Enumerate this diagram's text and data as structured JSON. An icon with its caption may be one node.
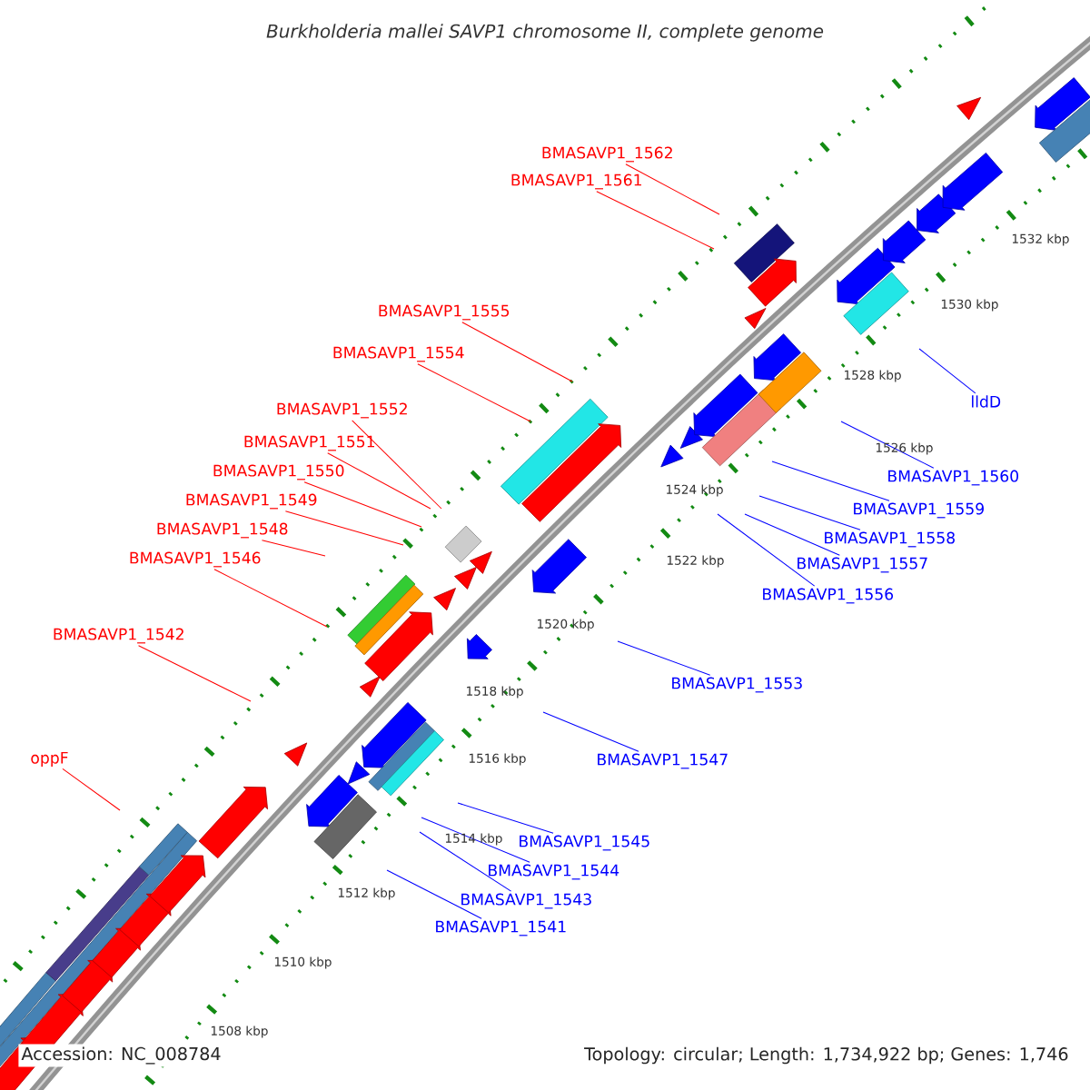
{
  "diagram": {
    "title": "Burkholderia mallei SAVP1 chromosome II, complete genome",
    "nodes": [
      {
        "text": [
          "BMASAVP1_1562"
        ]
      },
      {
        "text": [
          "BMASAVP1_1561"
        ]
      },
      {
        "text": [
          "BMASAVP1_1555"
        ]
      },
      {
        "text": [
          "BMASAVP1_1554"
        ]
      },
      {
        "text": [
          "BMASAVP1_1552"
        ]
      },
      {
        "text": [
          "BMASAVP1_1551"
        ]
      },
      {
        "text": [
          "BMASAVP1_1550"
        ]
      },
      {
        "text": [
          "BMASAVP1_1549"
        ]
      },
      {
        "text": [
          "BMASAVP1_1548"
        ]
      },
      {
        "text": [
          "BMASAVP1_1546"
        ]
      },
      {
        "text": [
          "BMASAVP1_1542"
        ]
      },
      {
        "text": [
          "oppF"
        ]
      },
      {
        "text": [
          "lldD"
        ]
      },
      {
        "text": [
          "BMASAVP1_1560"
        ]
      },
      {
        "text": [
          "BMASAVP1_1559"
        ]
      },
      {
        "text": [
          "BMASAVP1_1558"
        ]
      },
      {
        "text": [
          "BMASAVP1_1557"
        ]
      },
      {
        "text": [
          "BMASAVP1_1556"
        ]
      },
      {
        "text": [
          "BMASAVP1_1553"
        ]
      },
      {
        "text": [
          "BMASAVP1_1547"
        ]
      },
      {
        "text": [
          "BMASAVP1_1545"
        ]
      },
      {
        "text": [
          "BMASAVP1_1544"
        ]
      },
      {
        "text": [
          "BMASAVP1_1543"
        ]
      },
      {
        "text": [
          "BMASAVP1_1541"
        ]
      }
    ],
    "edges": [
      {
        "from": 0,
        "to": null,
        "arrow": "none",
        "color": "#ff0000"
      },
      {
        "from": 1,
        "to": null,
        "arrow": "none",
        "color": "#ff0000"
      },
      {
        "from": 2,
        "to": null,
        "arrow": "none",
        "color": "#ff0000"
      },
      {
        "from": 3,
        "to": null,
        "arrow": "none",
        "color": "#ff0000"
      },
      {
        "from": 4,
        "to": null,
        "arrow": "none",
        "color": "#ff0000"
      },
      {
        "from": 5,
        "to": null,
        "arrow": "none",
        "color": "#ff0000"
      },
      {
        "from": 6,
        "to": null,
        "arrow": "none",
        "color": "#ff0000"
      },
      {
        "from": 7,
        "to": null,
        "arrow": "none",
        "color": "#ff0000"
      },
      {
        "from": 8,
        "to": null,
        "arrow": "none",
        "color": "#ff0000"
      },
      {
        "from": 9,
        "to": null,
        "arrow": "none",
        "color": "#ff0000"
      },
      {
        "from": 10,
        "to": null,
        "arrow": "none",
        "color": "#ff0000"
      },
      {
        "from": 11,
        "to": null,
        "arrow": "none",
        "color": "#ff0000"
      },
      {
        "from": 12,
        "to": null,
        "arrow": "none",
        "color": "#0000ff"
      },
      {
        "from": 13,
        "to": null,
        "arrow": "none",
        "color": "#0000ff"
      },
      {
        "from": 14,
        "to": null,
        "arrow": "none",
        "color": "#0000ff"
      },
      {
        "from": 15,
        "to": null,
        "arrow": "none",
        "color": "#0000ff"
      },
      {
        "from": 16,
        "to": null,
        "arrow": "none",
        "color": "#0000ff"
      },
      {
        "from": 17,
        "to": null,
        "arrow": "none",
        "color": "#0000ff"
      },
      {
        "from": 18,
        "to": null,
        "arrow": "none",
        "color": "#0000ff"
      },
      {
        "from": 19,
        "to": null,
        "arrow": "none",
        "color": "#0000ff"
      },
      {
        "from": 20,
        "to": null,
        "arrow": "none",
        "color": "#0000ff"
      },
      {
        "from": 21,
        "to": null,
        "arrow": "none",
        "color": "#0000ff"
      },
      {
        "from": 22,
        "to": null,
        "arrow": "none",
        "color": "#0000ff"
      },
      {
        "from": 23,
        "to": null,
        "arrow": "none",
        "color": "#0000ff"
      }
    ],
    "labels": [
      "1508 kbp",
      "1510 kbp",
      "1512 kbp",
      "1514 kbp",
      "1516 kbp",
      "1518 kbp",
      "1520 kbp",
      "1522 kbp",
      "1524 kbp",
      "1526 kbp",
      "1528 kbp",
      "1530 kbp",
      "1532 kbp",
      "Accession: NC_008784",
      "Topology: circular; Length: 1,734,922 bp; Genes: 1,746"
    ]
  }
}
